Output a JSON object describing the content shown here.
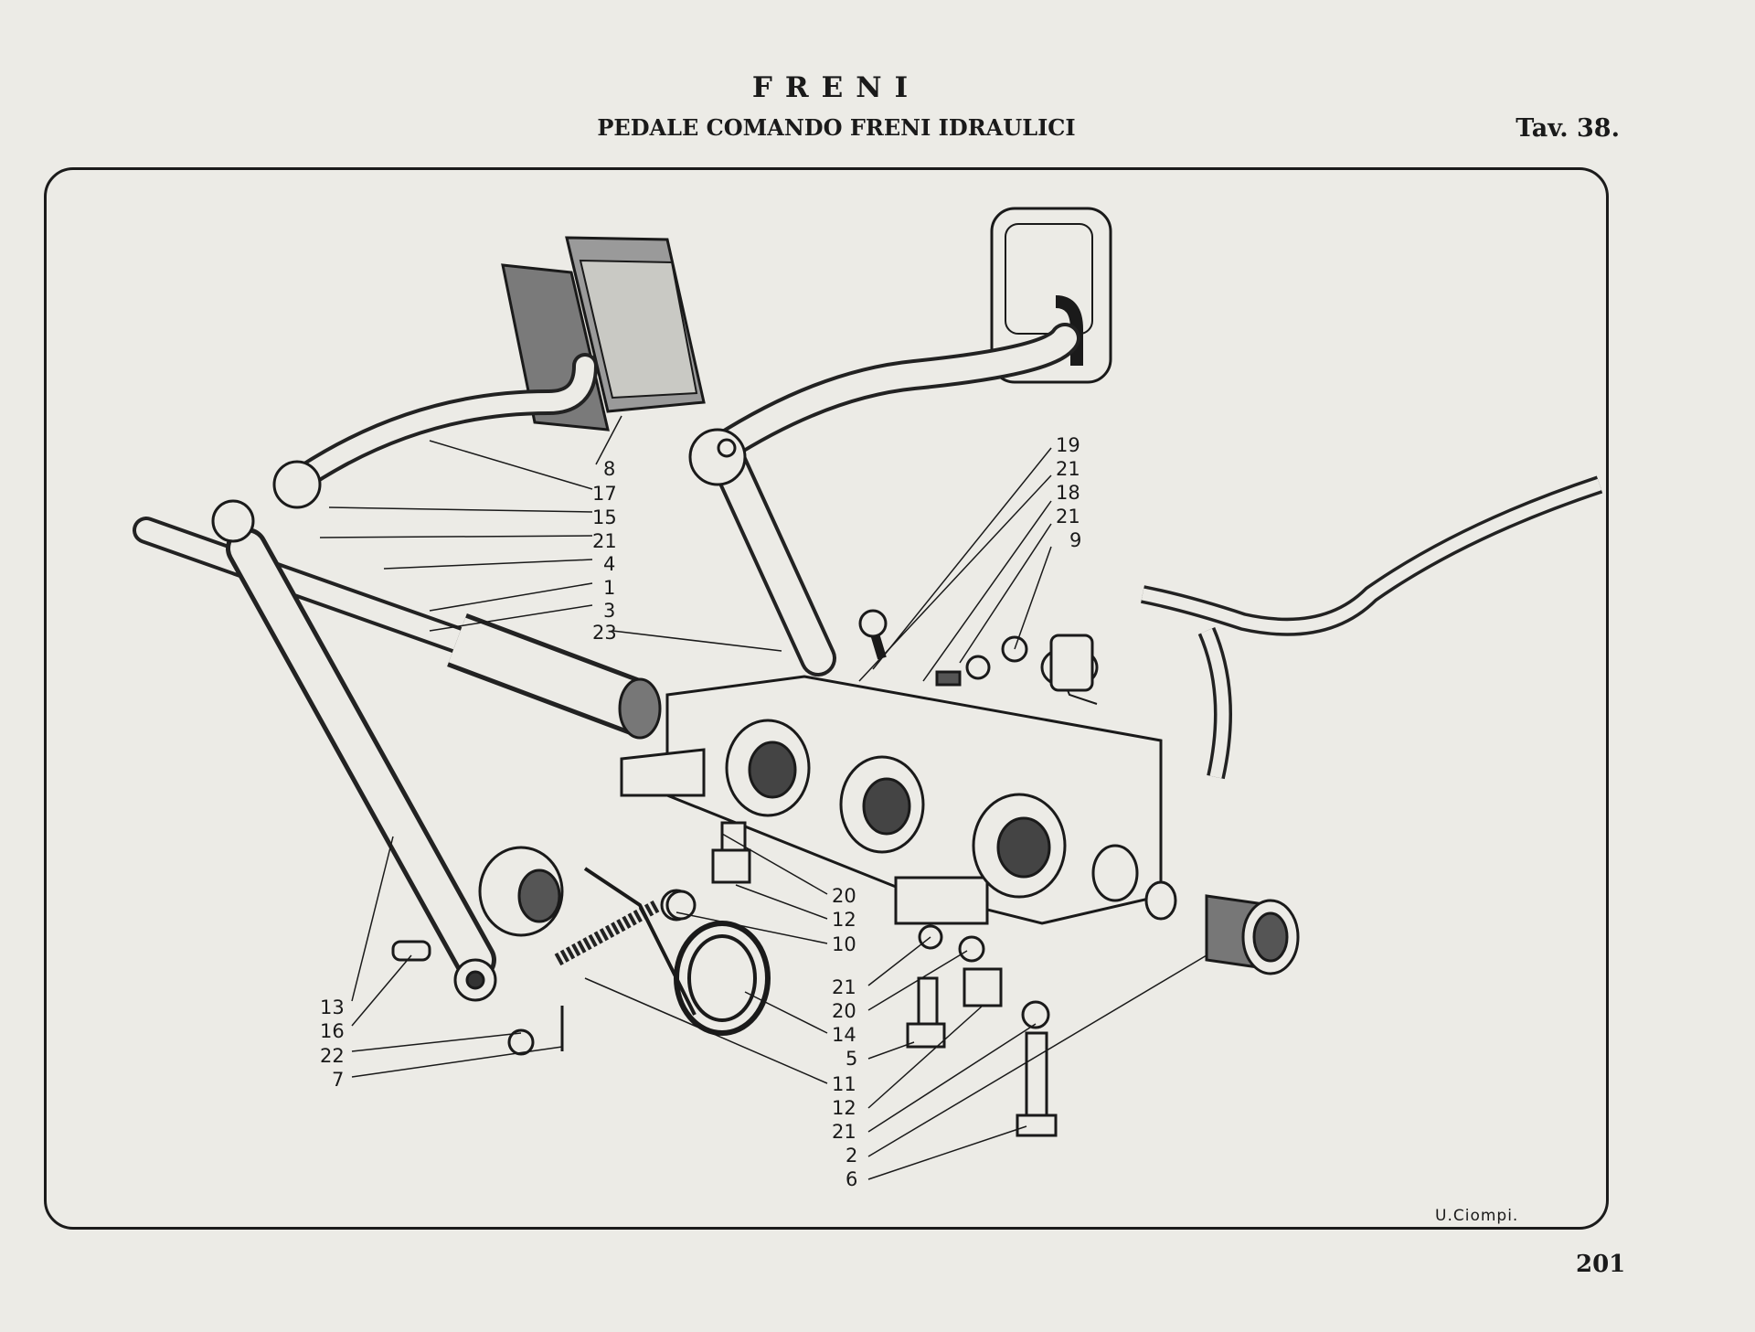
{
  "header": {
    "title": "FRENI",
    "subtitle": "PEDALE COMANDO FRENI IDRAULICI",
    "plate": "Tav. 38."
  },
  "callouts_left": [
    "8",
    "17",
    "15",
    "21",
    "4",
    "1",
    "3",
    "23"
  ],
  "callouts_right_top": [
    "19",
    "21",
    "18",
    "21",
    "9"
  ],
  "callouts_center": [
    "20",
    "12",
    "10"
  ],
  "callouts_bottom_center": [
    "21",
    "20",
    "14",
    "5",
    "11",
    "12",
    "21",
    "2",
    "6"
  ],
  "callouts_bottom_left": [
    "13",
    "16",
    "22",
    "7"
  ],
  "signature": "U.Ciompi.",
  "page_number": "201",
  "colors": {
    "paper": "#ecebe6",
    "ink": "#1a1a1a"
  }
}
